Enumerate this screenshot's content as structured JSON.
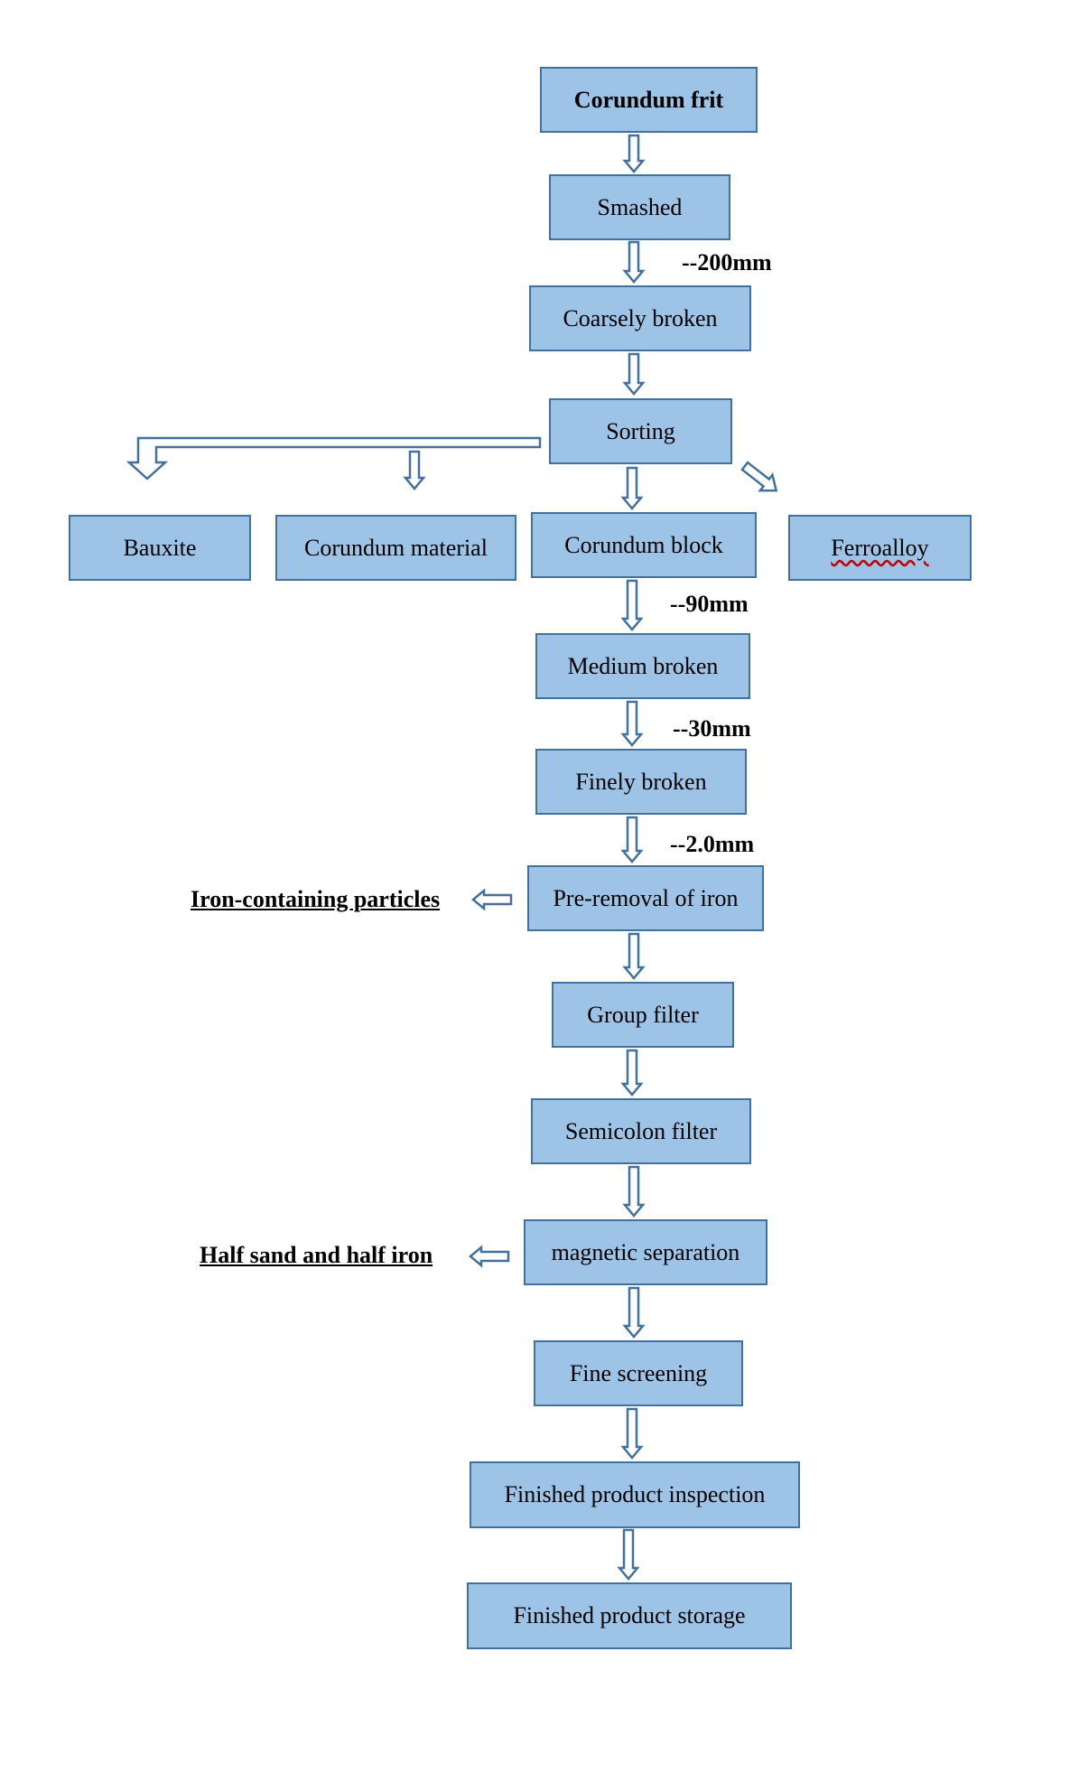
{
  "steps": {
    "corundum_frit": "Corundum frit",
    "smashed": "Smashed",
    "coarsely_broken": "Coarsely broken",
    "sorting": "Sorting",
    "bauxite": "Bauxite",
    "corundum_material": "Corundum material",
    "corundum_block": "Corundum block",
    "ferroalloy": "Ferroalloy",
    "medium_broken": "Medium broken",
    "finely_broken": "Finely broken",
    "pre_removal_of_iron": "Pre-removal of iron",
    "group_filter": "Group filter",
    "semicolon_filter": "Semicolon filter",
    "magnetic_separation": "magnetic separation",
    "fine_screening": "Fine screening",
    "finished_product_inspection": "Finished product inspection",
    "finished_product_storage": "Finished product storage"
  },
  "sizes": {
    "after_smashed": "--200mm",
    "after_corundum_block": "--90mm",
    "after_medium_broken": "--30mm",
    "after_finely_broken": "--2.0mm"
  },
  "outputs": {
    "iron_containing_particles": "Iron-containing particles",
    "half_sand_half_iron": "Half sand and half iron"
  },
  "colors": {
    "box_fill": "#9dc3e6",
    "box_border": "#41719c",
    "arrow_stroke": "#41719c",
    "arrow_fill": "#ffffff"
  }
}
